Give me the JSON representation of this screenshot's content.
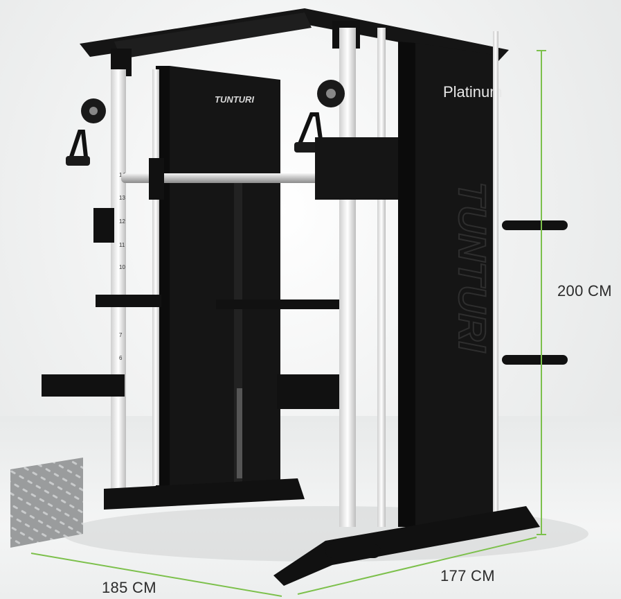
{
  "product": {
    "brand_logo_text": "TUNTURI",
    "model_label": "Platinum",
    "side_logo_text": "TUNTURI",
    "colors": {
      "frame": "#111111",
      "uprights": "#e9e9e9",
      "dimension_line": "#7cc04b",
      "text": "#2b2b2b"
    }
  },
  "dimensions": {
    "height": "200 CM",
    "depth": "177 CM",
    "width": "185 CM"
  },
  "rack_numbers": [
    "14",
    "13",
    "12",
    "11",
    "10",
    "7",
    "6"
  ]
}
